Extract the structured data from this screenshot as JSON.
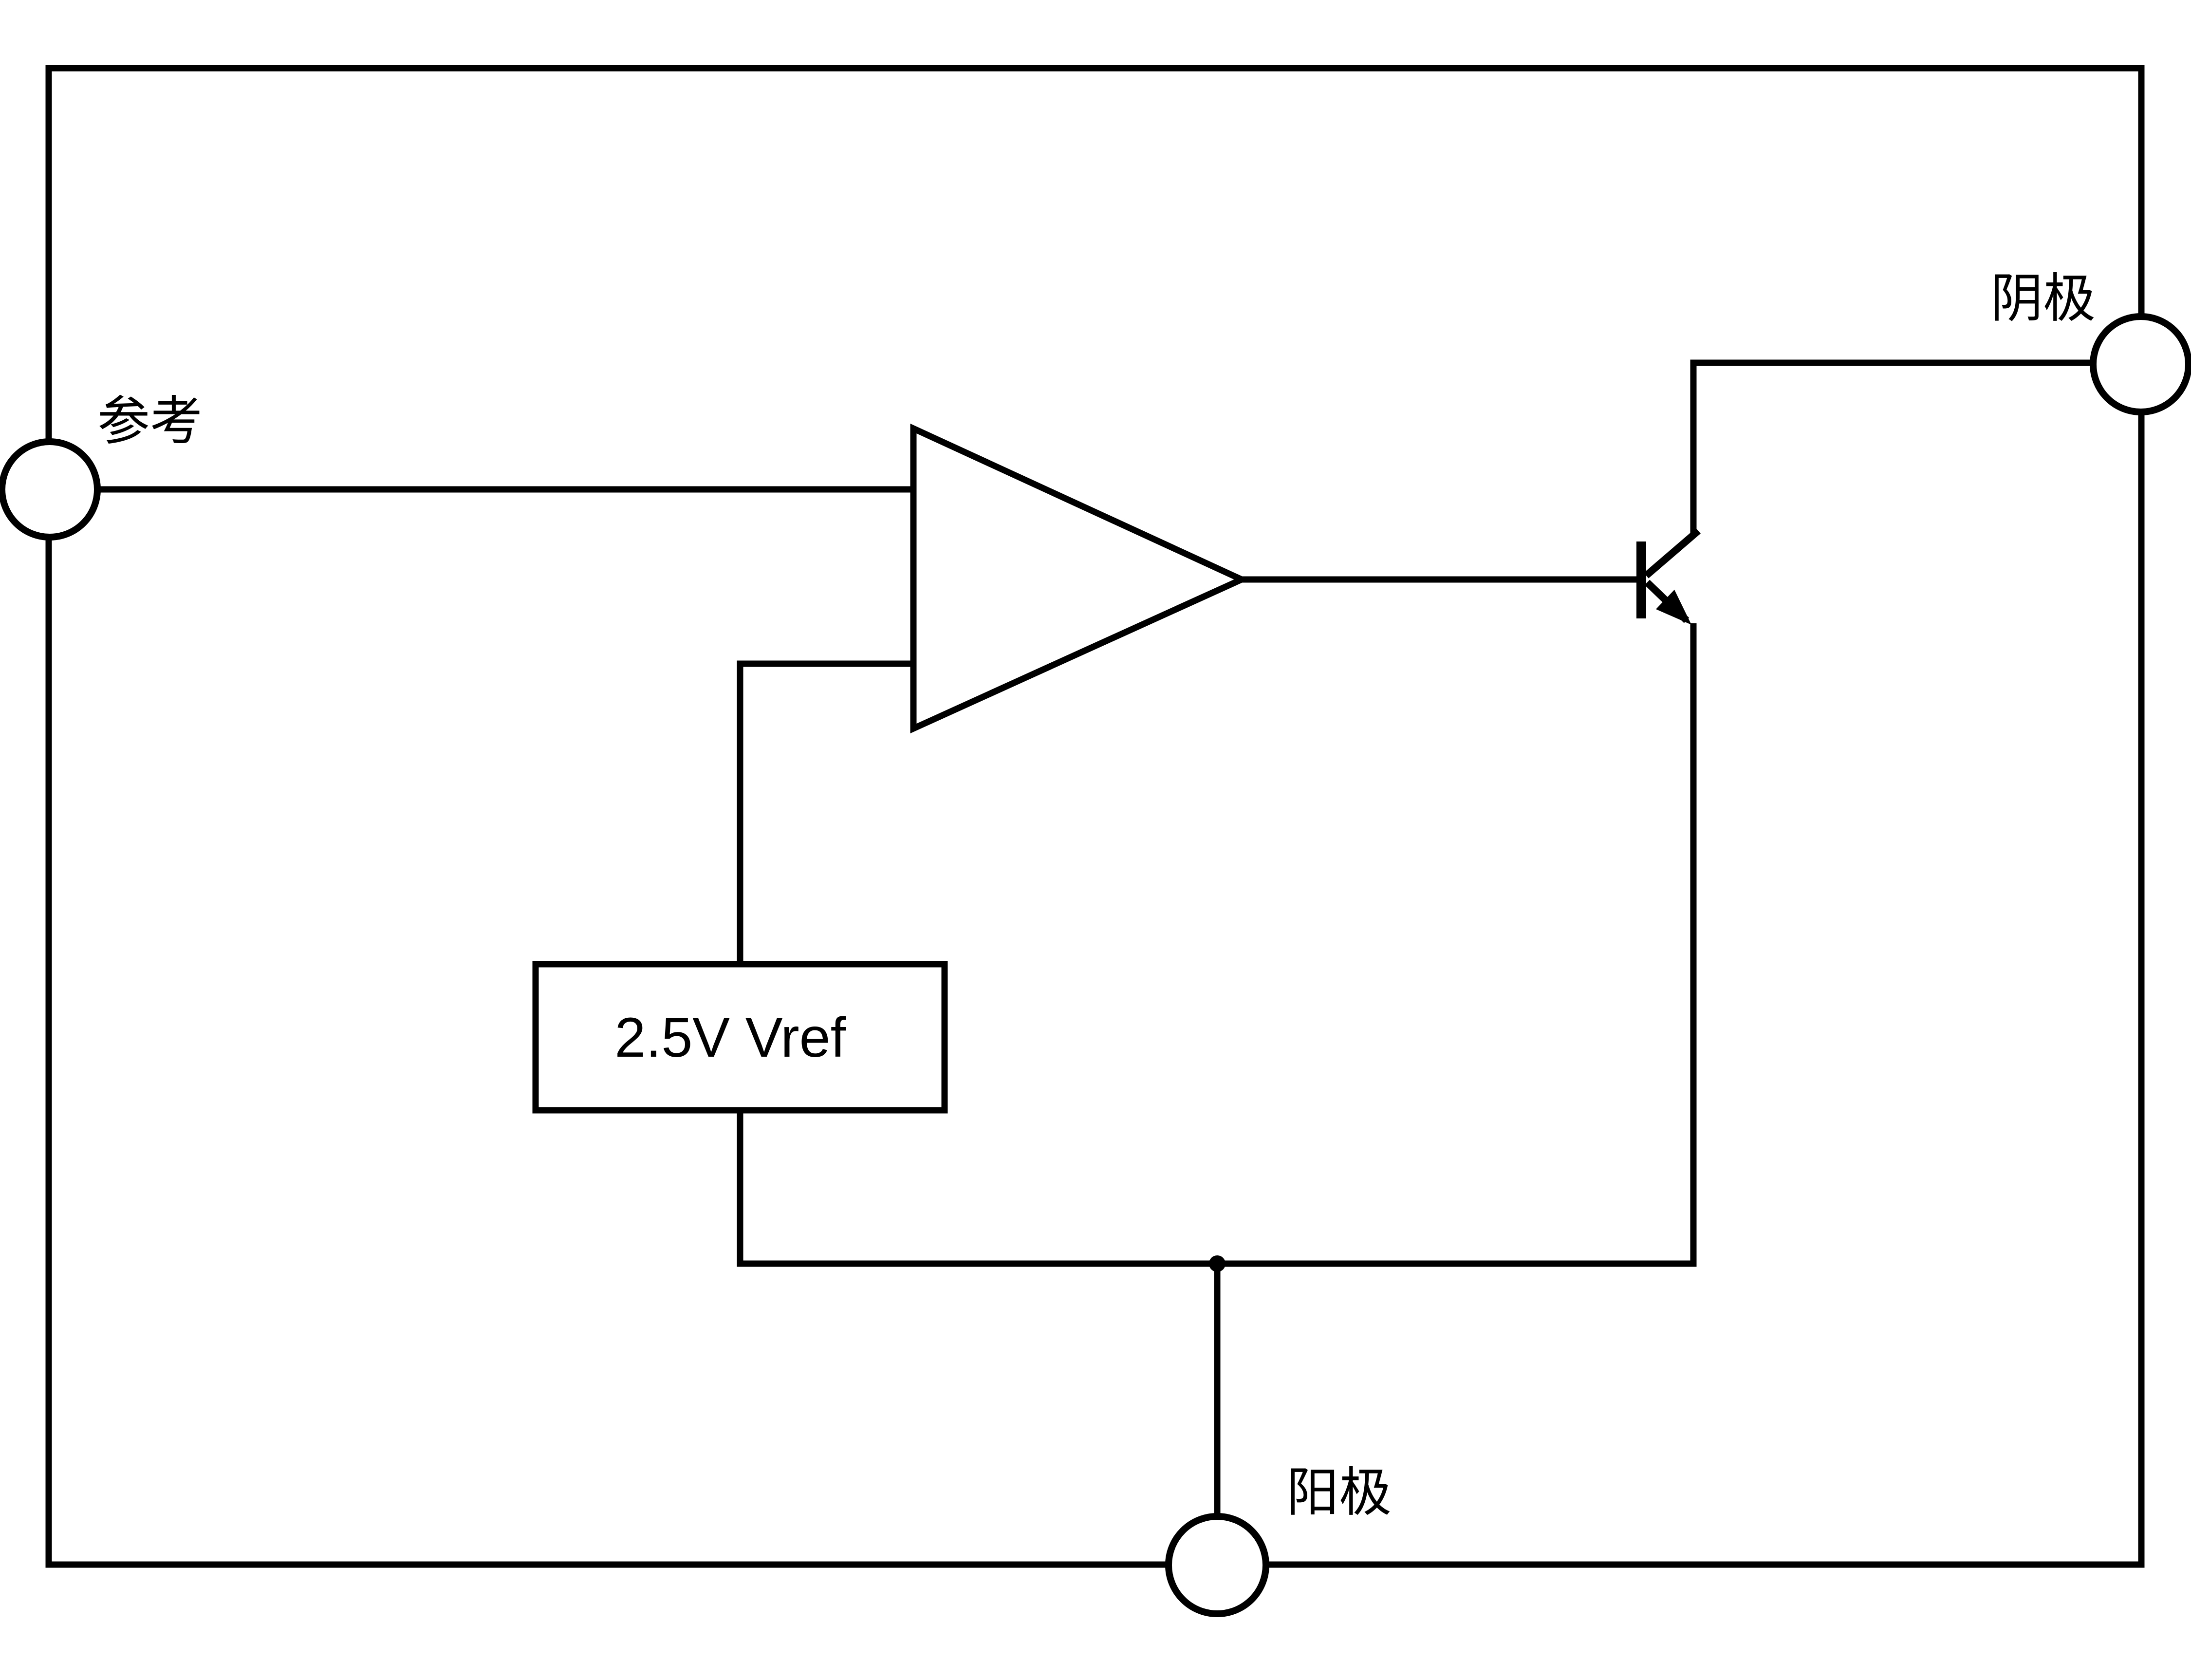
{
  "diagram": {
    "type": "circuit-block-diagram",
    "colors": {
      "line": "#000000",
      "background": "#ffffff"
    },
    "labels": {
      "reference": "参考",
      "cathode": "阴极",
      "anode": "阳极",
      "vref_block": "2.5V Vref"
    },
    "components": [
      {
        "name": "error-amplifier",
        "symbol": "op-amp-triangle"
      },
      {
        "name": "pass-transistor",
        "symbol": "npn-bjt"
      },
      {
        "name": "voltage-reference",
        "label": "2.5V Vref"
      }
    ],
    "terminals": [
      {
        "id": "reference",
        "label": "参考"
      },
      {
        "id": "cathode",
        "label": "阴极"
      },
      {
        "id": "anode",
        "label": "阳极"
      }
    ]
  }
}
